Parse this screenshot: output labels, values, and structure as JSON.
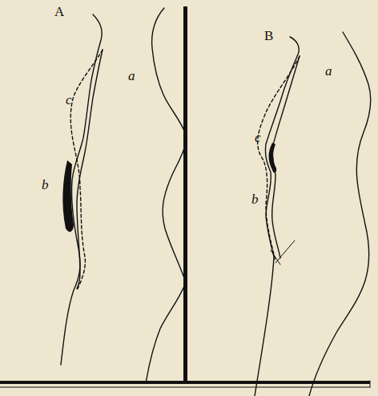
{
  "diagram": {
    "labels": [
      "A",
      "c",
      "a",
      "b",
      "B",
      "c",
      "a",
      "b"
    ]
  }
}
